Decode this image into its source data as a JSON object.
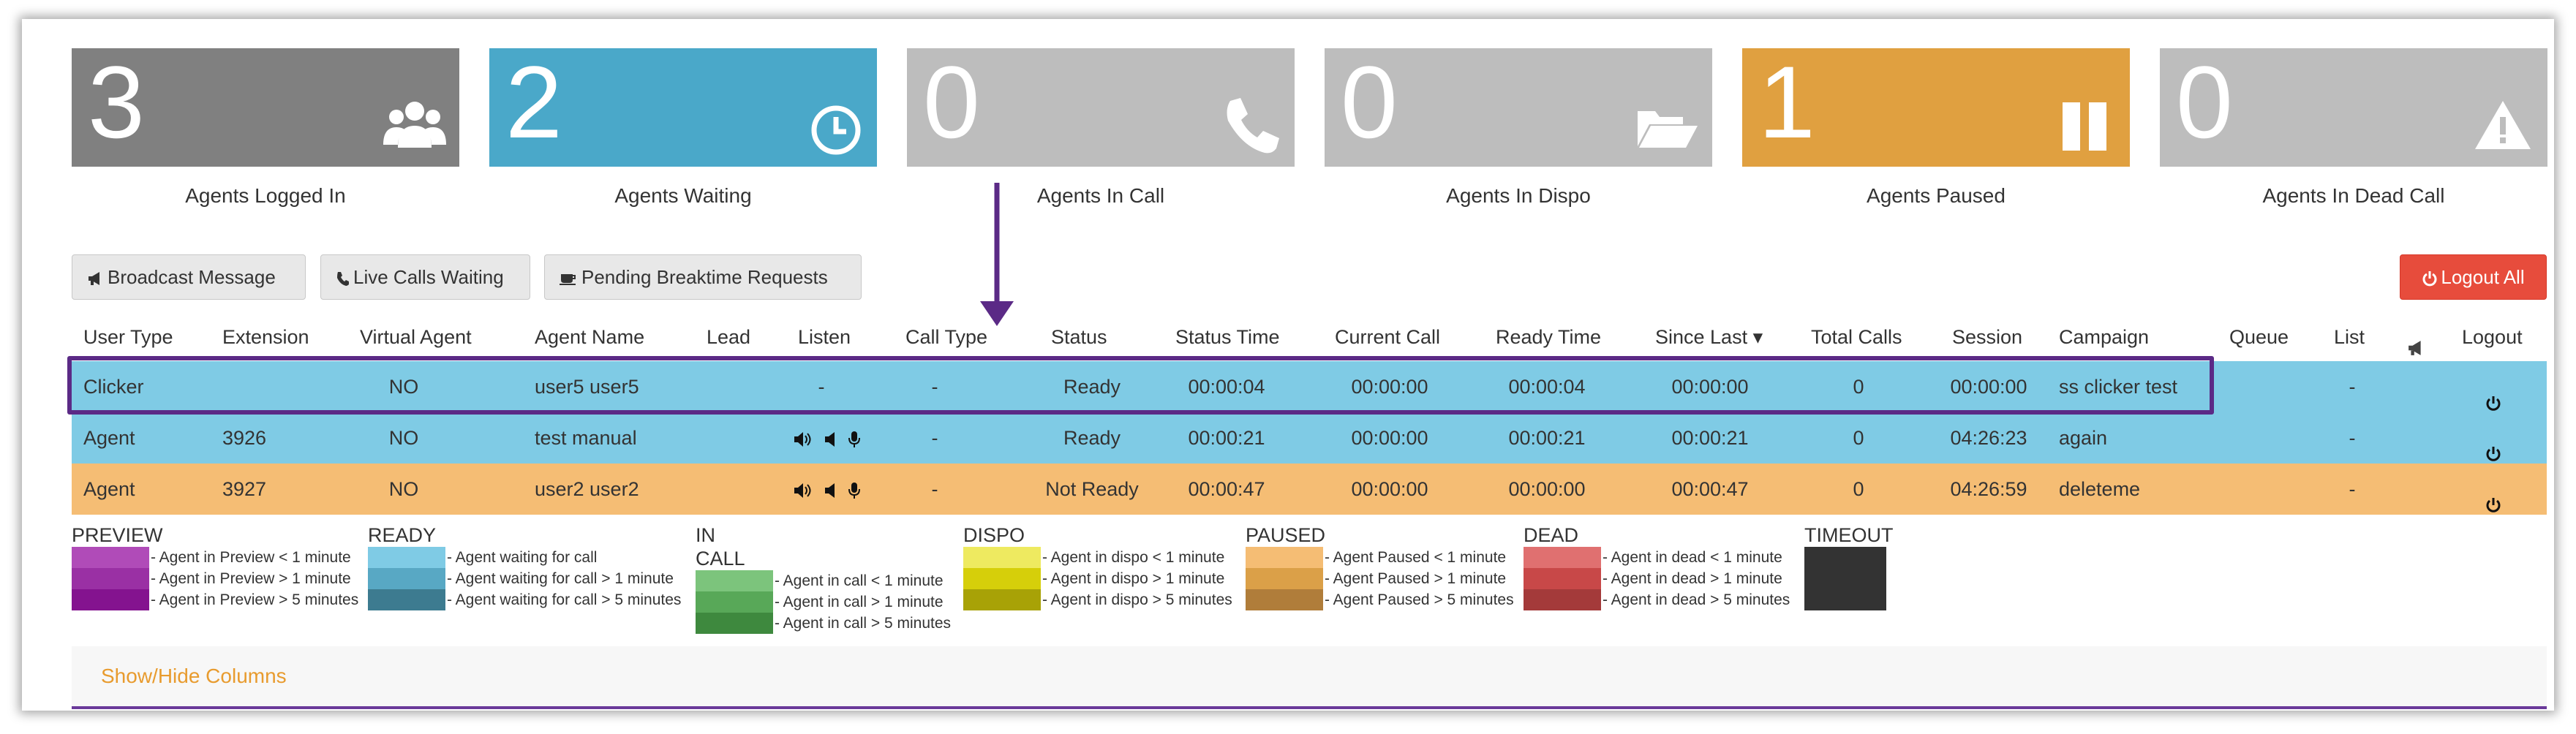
{
  "stats": [
    {
      "value": "3",
      "label": "Agents Logged In",
      "color": "#808080",
      "icon": "users-icon"
    },
    {
      "value": "2",
      "label": "Agents Waiting",
      "color": "#4aa8c9",
      "icon": "clock-icon"
    },
    {
      "value": "0",
      "label": "Agents In Call",
      "color": "#bdbdbd",
      "icon": "phone-icon"
    },
    {
      "value": "0",
      "label": "Agents In Dispo",
      "color": "#bdbdbd",
      "icon": "folder-open-icon"
    },
    {
      "value": "1",
      "label": "Agents Paused",
      "color": "#e0a040",
      "icon": "pause-icon"
    },
    {
      "value": "0",
      "label": "Agents In Dead Call",
      "color": "#bdbdbd",
      "icon": "warning-icon"
    }
  ],
  "buttons": {
    "broadcast": "Broadcast Message",
    "live_calls": "Live Calls Waiting",
    "breaktime": "Pending Breaktime Requests",
    "logout_all": "Logout All"
  },
  "table": {
    "headers": [
      "User Type",
      "Extension",
      "Virtual Agent",
      "Agent Name",
      "Lead",
      "Listen",
      "Call Type",
      "Status",
      "Status Time",
      "Current Call",
      "Ready Time",
      "Since Last",
      "Total Calls",
      "Session",
      "Campaign",
      "Queue",
      "List",
      "",
      "Logout"
    ],
    "sort_indicator": "▾",
    "rows": [
      {
        "user_type": "Clicker",
        "extension": "",
        "virtual": "NO",
        "agent_name": "user5 user5",
        "lead": "",
        "listen": "-",
        "call_type": "-",
        "status": "Ready",
        "status_time": "00:00:04",
        "current_call": "00:00:00",
        "ready_time": "00:00:04",
        "since_last": "00:00:00",
        "total_calls": "0",
        "session": "00:00:00",
        "campaign": "ss clicker test",
        "queue": "",
        "list": "-",
        "bg": "#7fcbe5"
      },
      {
        "user_type": "Agent",
        "extension": "3926",
        "virtual": "NO",
        "agent_name": "test manual",
        "lead": "",
        "listen": "",
        "call_type": "-",
        "status": "Ready",
        "status_time": "00:00:21",
        "current_call": "00:00:00",
        "ready_time": "00:00:21",
        "since_last": "00:00:21",
        "total_calls": "0",
        "session": "04:26:23",
        "campaign": "again",
        "queue": "",
        "list": "-",
        "bg": "#7fcbe5"
      },
      {
        "user_type": "Agent",
        "extension": "3927",
        "virtual": "NO",
        "agent_name": "user2 user2",
        "lead": "",
        "listen": "",
        "call_type": "-",
        "status": "Not Ready",
        "status_time": "00:00:47",
        "current_call": "00:00:00",
        "ready_time": "00:00:00",
        "since_last": "00:00:47",
        "total_calls": "0",
        "session": "04:26:59",
        "campaign": "deleteme",
        "queue": "",
        "list": "-",
        "bg": "#f5bd74"
      }
    ]
  },
  "legend": [
    {
      "title": "PREVIEW",
      "items": [
        {
          "color": "#b04bb8",
          "text": "- Agent in Preview < 1 minute"
        },
        {
          "color": "#9a30a4",
          "text": "- Agent in Preview > 1 minute"
        },
        {
          "color": "#84138f",
          "text": "- Agent in Preview > 5 minutes"
        }
      ]
    },
    {
      "title": "READY",
      "items": [
        {
          "color": "#7fcbe5",
          "text": "- Agent waiting for call"
        },
        {
          "color": "#58a8c4",
          "text": "- Agent waiting for call > 1 minute"
        },
        {
          "color": "#3d7b90",
          "text": "- Agent waiting for call > 5 minutes"
        }
      ]
    },
    {
      "title": "IN CALL",
      "items": [
        {
          "color": "#7cc47c",
          "text": "- Agent in call < 1 minute"
        },
        {
          "color": "#58a858",
          "text": "- Agent in call > 1 minute"
        },
        {
          "color": "#3e893e",
          "text": "- Agent in call > 5 minutes"
        }
      ]
    },
    {
      "title": "DISPO",
      "items": [
        {
          "color": "#eeea60",
          "text": "- Agent in dispo < 1 minute"
        },
        {
          "color": "#d6cf0a",
          "text": "- Agent in dispo > 1 minute"
        },
        {
          "color": "#a8a206",
          "text": "- Agent in dispo > 5 minutes"
        }
      ]
    },
    {
      "title": "PAUSED",
      "items": [
        {
          "color": "#f5bd74",
          "text": "- Agent Paused < 1 minute"
        },
        {
          "color": "#dba048",
          "text": "- Agent Paused > 1 minute"
        },
        {
          "color": "#b07d3a",
          "text": "- Agent Paused > 5 minutes"
        }
      ]
    },
    {
      "title": "DEAD",
      "items": [
        {
          "color": "#e07070",
          "text": "- Agent in dead < 1 minute"
        },
        {
          "color": "#c84848",
          "text": "- Agent in dead > 1 minute"
        },
        {
          "color": "#a43a3a",
          "text": "- Agent in dead > 5 minutes"
        }
      ]
    },
    {
      "title": "TIMEOUT",
      "items": []
    }
  ],
  "show_hide_columns": "Show/Hide Columns",
  "accent_colors": {
    "highlight_border": "#5b2a86",
    "logout_red": "#e74c3c",
    "link_orange": "#e89b2e"
  }
}
